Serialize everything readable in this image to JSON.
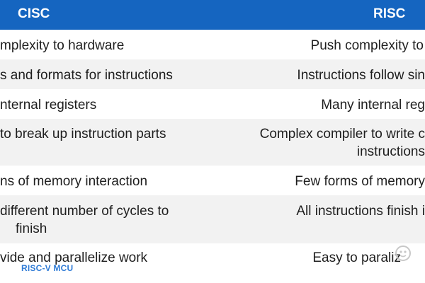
{
  "header": {
    "left": "CISC",
    "right": "RISC",
    "bg_color": "#1565c0"
  },
  "rows": [
    {
      "left": [
        "mplexity to hardware"
      ],
      "right": [
        "Push complexity to"
      ]
    },
    {
      "left": [
        "s and formats for instructions"
      ],
      "right": [
        "Instructions follow sin"
      ]
    },
    {
      "left": [
        "nternal registers"
      ],
      "right": [
        "Many internal reg"
      ]
    },
    {
      "left": [
        " to break up instruction parts"
      ],
      "right": [
        "Complex compiler to write c",
        "instructions"
      ]
    },
    {
      "left": [
        "ns of memory interaction"
      ],
      "right": [
        "Few forms of memory"
      ]
    },
    {
      "left": [
        "different number of cycles to",
        "finish"
      ],
      "right": [
        "All instructions finish i"
      ]
    },
    {
      "left": [
        "vide and parallelize work"
      ],
      "right": [
        "Easy to paraliz"
      ]
    }
  ],
  "watermark": {
    "text": "RISC-V MCU",
    "color": "#2f7bd6"
  }
}
